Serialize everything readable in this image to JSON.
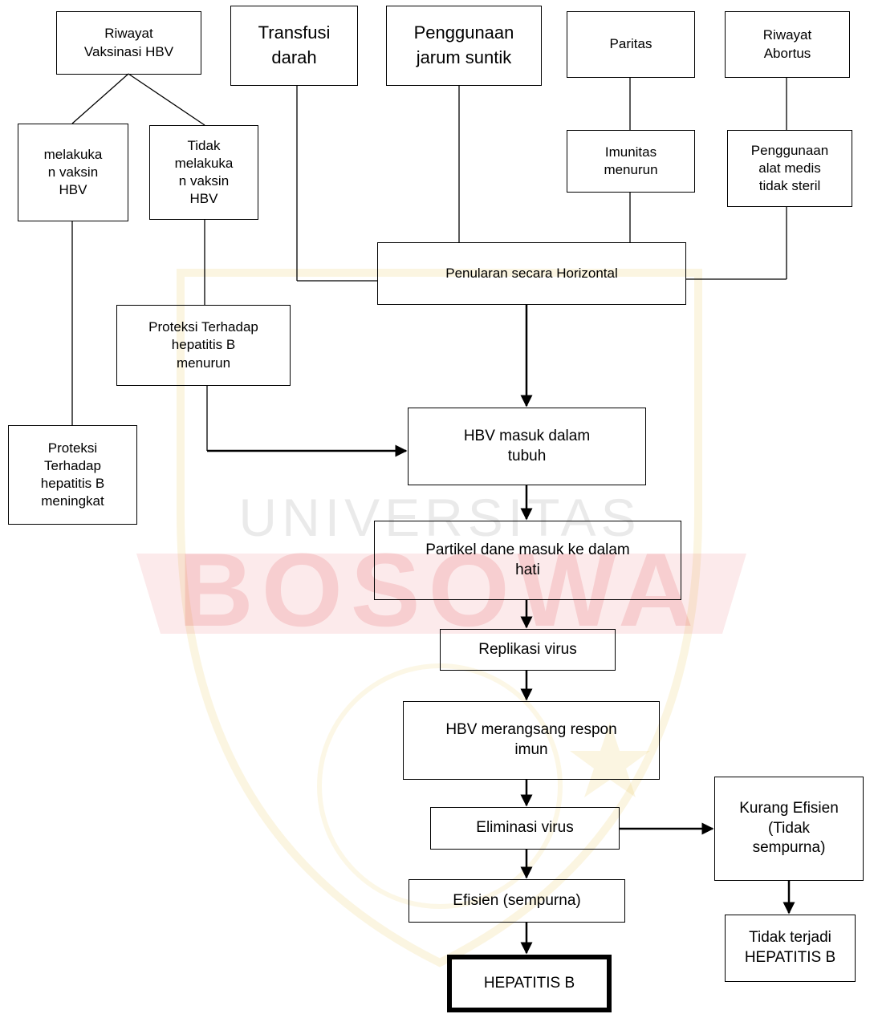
{
  "colors": {
    "line": "#000000",
    "watermark_red": "#e0353a",
    "watermark_gold": "#e8c95a"
  },
  "watermark": {
    "top": "UNIVERSITAS",
    "main": "BOSOWA"
  },
  "nodes": {
    "riwayat_vaksinasi": "Riwayat\nVaksinasi HBV",
    "transfusi": "Transfusi\ndarah",
    "penggunaan_jarum": "Penggunaan\njarum suntik",
    "paritas": "Paritas",
    "riwayat_abortus": "Riwayat\nAbortus",
    "melakukan_vaksin": "melakuka\nn vaksin\nHBV",
    "tidak_melakukan_vaksin": "Tidak\nmelakuka\nn vaksin\nHBV",
    "imunitas_menurun": "Imunitas\nmenurun",
    "alat_medis": "Penggunaan\nalat medis\ntidak steril",
    "penularan_horizontal": "Penularan secara Horizontal",
    "proteksi_menurun": "Proteksi Terhadap\nhepatitis B\nmenurun",
    "proteksi_meningkat": "Proteksi\nTerhadap\nhepatitis B\nmeningkat",
    "hbv_masuk": "HBV masuk dalam\ntubuh",
    "partikel_dane": "Partikel dane masuk ke dalam\nhati",
    "replikasi": "Replikasi virus",
    "respon_imun": "HBV merangsang respon\nimun",
    "eliminasi": "Eliminasi virus",
    "kurang_efisien": "Kurang Efisien\n(Tidak\nsempurna)",
    "efisien": "Efisien (sempurna)",
    "tidak_terjadi": "Tidak terjadi\nHEPATITIS B",
    "hepatitis_b": "HEPATITIS B"
  }
}
